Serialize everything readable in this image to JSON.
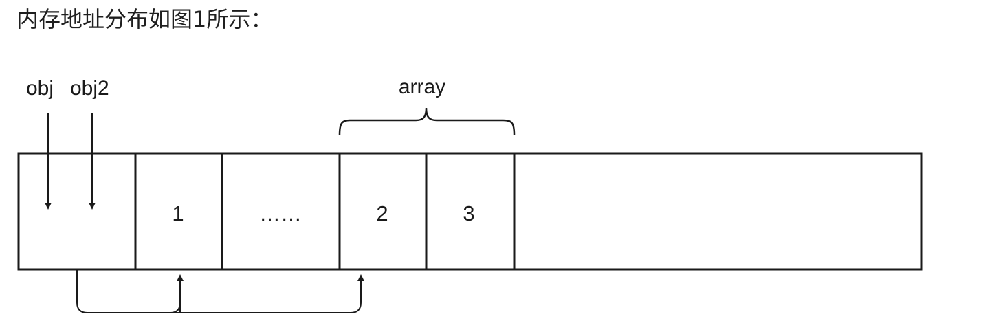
{
  "caption": "内存地址分布如图1所示：",
  "pointers": {
    "obj": "obj",
    "obj2": "obj2"
  },
  "array_label": "array",
  "cells": {
    "c1": "1",
    "ellipsis": "……",
    "c2": "2",
    "c3": "3"
  }
}
